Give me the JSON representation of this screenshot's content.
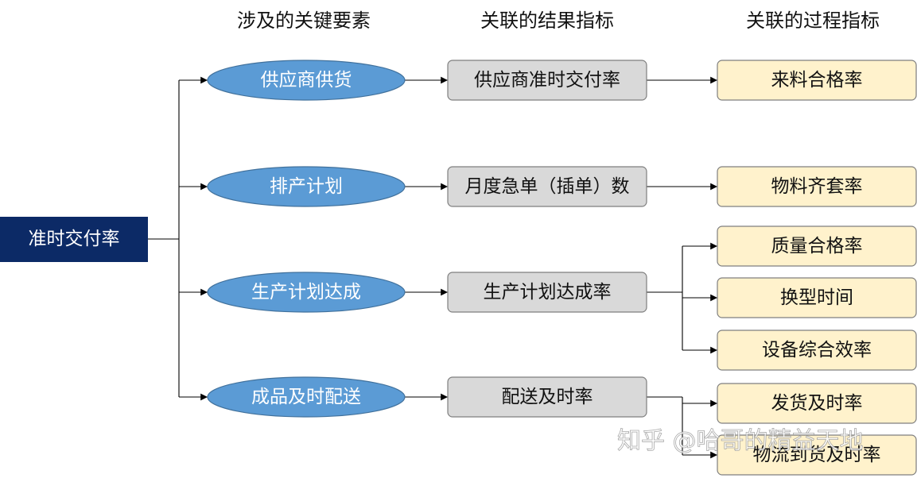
{
  "headers": {
    "elements": "涉及的关键要素",
    "results": "关联的结果指标",
    "processes": "关联的过程指标"
  },
  "root": "准时交付率",
  "rows": [
    {
      "element": "供应商供货",
      "result": "供应商准时交付率",
      "processes": [
        "来料合格率"
      ]
    },
    {
      "element": "排产计划",
      "result": "月度急单（插单）数",
      "processes": [
        "物料齐套率"
      ]
    },
    {
      "element": "生产计划达成",
      "result": "生产计划达成率",
      "processes": [
        "质量合格率",
        "换型时间",
        "设备综合效率"
      ]
    },
    {
      "element": "成品及时配送",
      "result": "配送及时率",
      "processes": [
        "发货及时率",
        "物流到货及时率"
      ]
    }
  ],
  "watermark": "知乎 @哈哥的精益天地",
  "colors": {
    "root_fill": "#0c2a66",
    "element_fill": "#5b9bd5",
    "element_stroke": "#41719c",
    "result_fill": "#d9d9d9",
    "result_stroke": "#7f7f7f",
    "process_fill": "#fff2cc",
    "process_stroke": "#7f7f7f"
  }
}
